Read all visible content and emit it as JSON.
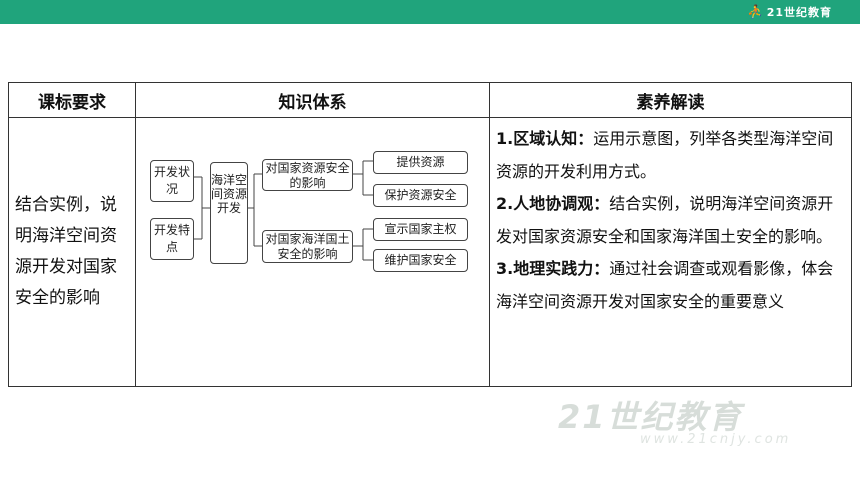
{
  "header": {
    "logo_text": "21世纪教育"
  },
  "table": {
    "headers": [
      "课标要求",
      "知识体系",
      "素养解读"
    ],
    "requirement": "结合实例，说明海洋空间资源开发对国家安全的影响",
    "knowledge": {
      "left": [
        "开发状况",
        "开发特点"
      ],
      "center": "海洋空间资源开发",
      "mid": [
        "对国家资源安全的影响",
        "对国家海洋国土安全的影响"
      ],
      "right": [
        "提供资源",
        "保护资源安全",
        "宣示国家主权",
        "维护国家安全"
      ]
    },
    "literacy": [
      {
        "title": "1.区域认知：",
        "text": "运用示意图，列举各类型海洋空间资源的开发利用方式。"
      },
      {
        "title": "2.人地协调观：",
        "text": "结合实例，说明海洋空间资源开发对国家资源安全和国家海洋国土安全的影响。"
      },
      {
        "title": "3.地理实践力：",
        "text": "通过社会调查或观看影像，体会海洋空间资源开发对国家安全的重要意义"
      }
    ]
  },
  "watermark": {
    "text": "21世纪教育",
    "url": "www.21cnjy.com"
  },
  "colors": {
    "topbar": "#20a47c",
    "border": "#333333",
    "watermark": "#d7ddd9"
  }
}
